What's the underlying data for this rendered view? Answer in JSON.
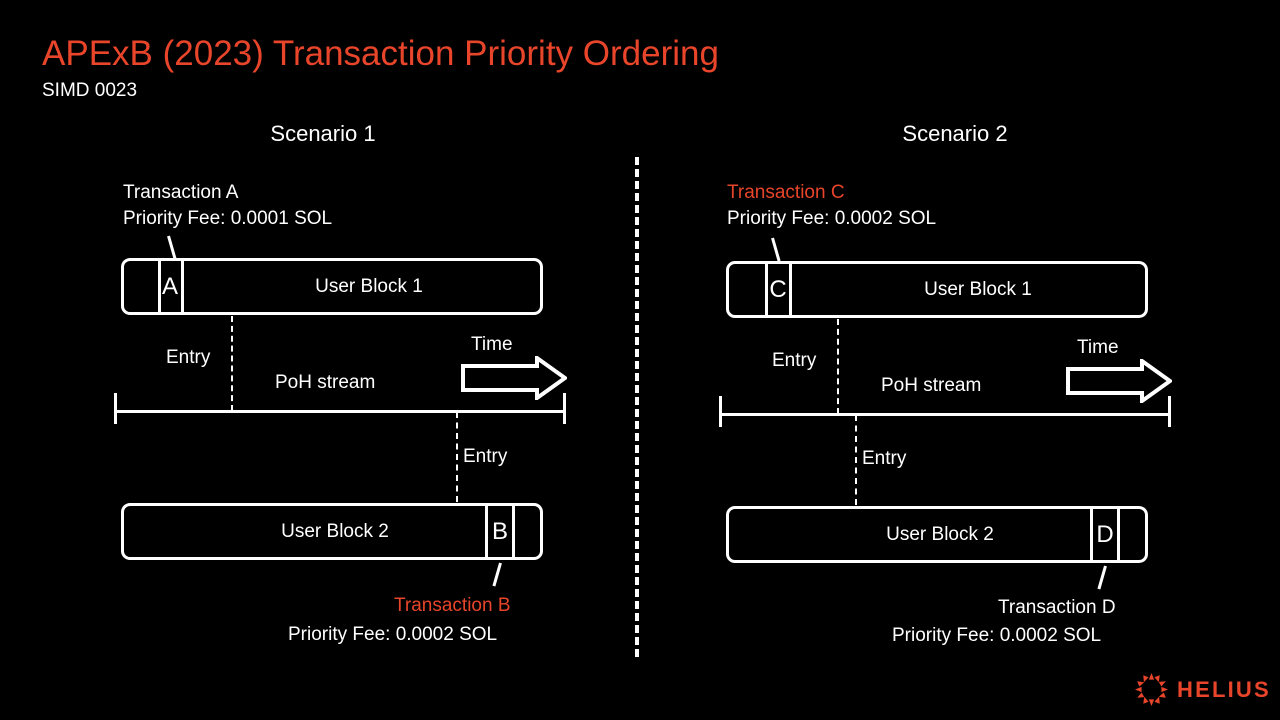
{
  "header": {
    "title": "APExB (2023) Transaction Priority Ordering",
    "subtitle": "SIMD 0023",
    "title_color": "#E8452A"
  },
  "scenarios": [
    {
      "name": "Scenario 1",
      "top_annotation": {
        "transaction_label": "Transaction A",
        "transaction_label_color": "#ffffff",
        "fee_label": "Priority Fee: 0.0001 SOL"
      },
      "block1": {
        "label": "User Block 1",
        "tx_letter": "A"
      },
      "timeline": {
        "stream_label": "PoH stream",
        "entry_label_top": "Entry",
        "entry_label_bottom": "Entry",
        "time_label": "Time"
      },
      "block2": {
        "label": "User Block 2",
        "tx_letter": "B"
      },
      "bottom_annotation": {
        "transaction_label": "Transaction B",
        "transaction_label_color": "#E8452A",
        "fee_label": "Priority Fee: 0.0002 SOL"
      }
    },
    {
      "name": "Scenario 2",
      "top_annotation": {
        "transaction_label": "Transaction C",
        "transaction_label_color": "#E8452A",
        "fee_label": "Priority Fee: 0.0002 SOL"
      },
      "block1": {
        "label": "User Block 1",
        "tx_letter": "C"
      },
      "timeline": {
        "stream_label": "PoH stream",
        "entry_label_top": "Entry",
        "entry_label_bottom": "Entry",
        "time_label": "Time"
      },
      "block2": {
        "label": "User Block 2",
        "tx_letter": "D"
      },
      "bottom_annotation": {
        "transaction_label": "Transaction D",
        "transaction_label_color": "#ffffff",
        "fee_label": "Priority Fee: 0.0002 SOL"
      }
    }
  ],
  "branding": {
    "name": "HELIUS",
    "color": "#E8452A"
  }
}
